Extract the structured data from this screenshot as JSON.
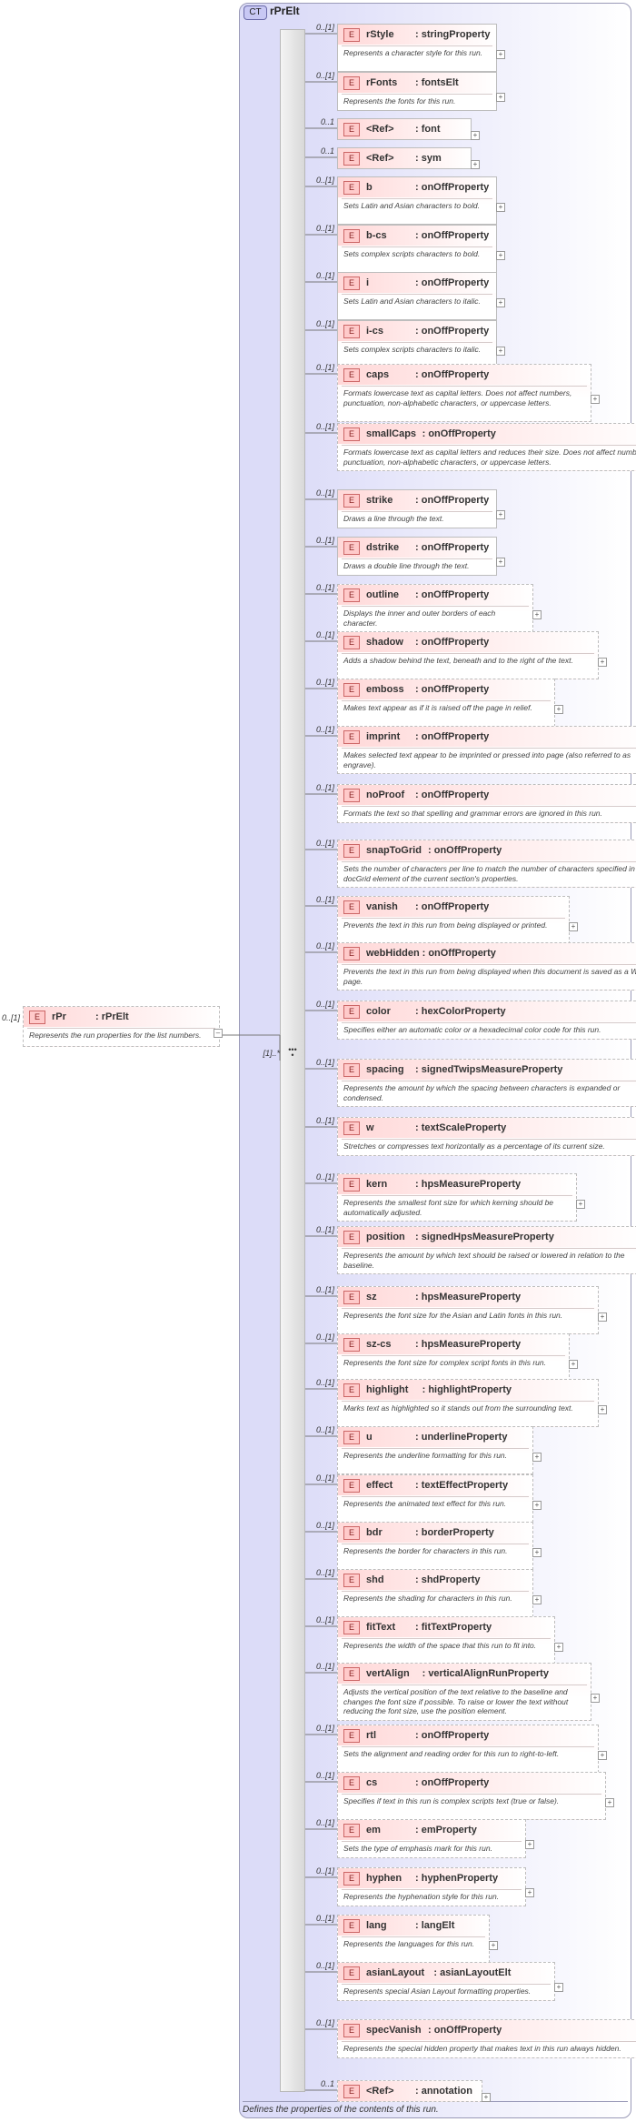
{
  "complex_type": {
    "badge": "CT",
    "name": "rPrElt",
    "description": "Defines the properties of the contents of this run."
  },
  "root": {
    "badge": "E",
    "cardinality": "0..[1]",
    "name": "rPr",
    "type": ": rPrElt",
    "description": "Represents the run properties for the list numbers.",
    "sequence_cardinality": "[1]..*"
  },
  "elements": [
    {
      "card": "0..[1]",
      "name": "rStyle",
      "type": ": stringProperty",
      "desc": "Represents a character style for this run."
    },
    {
      "card": "0..[1]",
      "name": "rFonts",
      "type": ": fontsElt",
      "desc": "Represents the fonts for this run."
    },
    {
      "card": "0..1",
      "name": "<Ref>",
      "type": ": font",
      "desc": ""
    },
    {
      "card": "0..1",
      "name": "<Ref>",
      "type": ": sym",
      "desc": ""
    },
    {
      "card": "0..[1]",
      "name": "b",
      "type": ": onOffProperty",
      "desc": "Sets Latin and Asian characters to bold."
    },
    {
      "card": "0..[1]",
      "name": "b-cs",
      "type": ": onOffProperty",
      "desc": "Sets complex scripts characters to bold."
    },
    {
      "card": "0..[1]",
      "name": "i",
      "type": ": onOffProperty",
      "desc": "Sets Latin and Asian characters to italic."
    },
    {
      "card": "0..[1]",
      "name": "i-cs",
      "type": ": onOffProperty",
      "desc": "Sets complex scripts characters to italic."
    },
    {
      "card": "0..[1]",
      "name": "caps",
      "type": ": onOffProperty",
      "desc": "Formats lowercase text as capital letters. Does not affect numbers, punctuation, non-alphabetic characters, or uppercase letters."
    },
    {
      "card": "0..[1]",
      "name": "smallCaps",
      "type": ": onOffProperty",
      "desc": "Formats lowercase text as capital letters and reduces their size. Does not affect numbers, punctuation, non-alphabetic characters, or uppercase letters."
    },
    {
      "card": "0..[1]",
      "name": "strike",
      "type": ": onOffProperty",
      "desc": "Draws a line through the text."
    },
    {
      "card": "0..[1]",
      "name": "dstrike",
      "type": ": onOffProperty",
      "desc": "Draws a double line through the text."
    },
    {
      "card": "0..[1]",
      "name": "outline",
      "type": ": onOffProperty",
      "desc": "Displays the inner and outer borders of each character."
    },
    {
      "card": "0..[1]",
      "name": "shadow",
      "type": ": onOffProperty",
      "desc": "Adds a shadow behind the text, beneath and to the right of the text."
    },
    {
      "card": "0..[1]",
      "name": "emboss",
      "type": ": onOffProperty",
      "desc": "Makes text appear as if it is raised off the page in relief."
    },
    {
      "card": "0..[1]",
      "name": "imprint",
      "type": ": onOffProperty",
      "desc": "Makes selected text appear to be imprinted or pressed into page (also referred to as engrave)."
    },
    {
      "card": "0..[1]",
      "name": "noProof",
      "type": ": onOffProperty",
      "desc": "Formats the text so that spelling and grammar errors are ignored in this run."
    },
    {
      "card": "0..[1]",
      "name": "snapToGrid",
      "type": ": onOffProperty",
      "desc": "Sets the number of characters per line to match the number of characters specified in the docGrid element of the  current section's properties."
    },
    {
      "card": "0..[1]",
      "name": "vanish",
      "type": ": onOffProperty",
      "desc": "Prevents the text in this run from being displayed or printed."
    },
    {
      "card": "0..[1]",
      "name": "webHidden",
      "type": ": onOffProperty",
      "desc": "Prevents the text in this run from being displayed when this document is saved as a Web page."
    },
    {
      "card": "0..[1]",
      "name": "color",
      "type": ": hexColorProperty",
      "desc": "Specifies either an automatic color or a hexadecimal color code for this run."
    },
    {
      "card": "0..[1]",
      "name": "spacing",
      "type": ": signedTwipsMeasureProperty",
      "desc": "Represents the amount by which the spacing between characters is expanded or condensed."
    },
    {
      "card": "0..[1]",
      "name": "w",
      "type": ": textScaleProperty",
      "desc": "Stretches or compresses text horizontally as a percentage of its current size."
    },
    {
      "card": "0..[1]",
      "name": "kern",
      "type": ": hpsMeasureProperty",
      "desc": "Represents the smallest font size for which kerning should be automatically adjusted."
    },
    {
      "card": "0..[1]",
      "name": "position",
      "type": ": signedHpsMeasureProperty",
      "desc": "Represents the amount by which text should be raised or lowered in relation to the baseline."
    },
    {
      "card": "0..[1]",
      "name": "sz",
      "type": ": hpsMeasureProperty",
      "desc": "Represents the font size for the Asian and Latin fonts in this run."
    },
    {
      "card": "0..[1]",
      "name": "sz-cs",
      "type": ": hpsMeasureProperty",
      "desc": "Represents the font size for complex script fonts in this run."
    },
    {
      "card": "0..[1]",
      "name": "highlight",
      "type": ": highlightProperty",
      "desc": "Marks text as highlighted so it stands out from the surrounding text."
    },
    {
      "card": "0..[1]",
      "name": "u",
      "type": ": underlineProperty",
      "desc": "Represents the underline formatting for this run."
    },
    {
      "card": "0..[1]",
      "name": "effect",
      "type": ": textEffectProperty",
      "desc": "Represents the animated text effect for this run."
    },
    {
      "card": "0..[1]",
      "name": "bdr",
      "type": ": borderProperty",
      "desc": "Represents the border for characters in this run."
    },
    {
      "card": "0..[1]",
      "name": "shd",
      "type": ": shdProperty",
      "desc": "Represents the shading for characters in this run."
    },
    {
      "card": "0..[1]",
      "name": "fitText",
      "type": ": fitTextProperty",
      "desc": "Represents the width of the space that this run to fit into."
    },
    {
      "card": "0..[1]",
      "name": "vertAlign",
      "type": ": verticalAlignRunProperty",
      "desc": "Adjusts the vertical position of the text relative to the baseline and changes the font size if possible. To raise or lower the text without reducing the font size, use the position element."
    },
    {
      "card": "0..[1]",
      "name": "rtl",
      "type": ": onOffProperty",
      "desc": "Sets the alignment and reading order for this run to right-to-left."
    },
    {
      "card": "0..[1]",
      "name": "cs",
      "type": ": onOffProperty",
      "desc": "Specifies if text in this run is complex scripts text (true or false)."
    },
    {
      "card": "0..[1]",
      "name": "em",
      "type": ": emProperty",
      "desc": "Sets the type of emphasis mark for this run."
    },
    {
      "card": "0..[1]",
      "name": "hyphen",
      "type": ": hyphenProperty",
      "desc": "Represents the hyphenation style for this run."
    },
    {
      "card": "0..[1]",
      "name": "lang",
      "type": ": langElt",
      "desc": "Represents the languages for this run."
    },
    {
      "card": "0..[1]",
      "name": "asianLayout",
      "type": ": asianLayoutElt",
      "desc": "Represents special Asian Layout formatting properties."
    },
    {
      "card": "0..[1]",
      "name": "specVanish",
      "type": ": onOffProperty",
      "desc": "Represents the special hidden property that makes text in this run always hidden."
    },
    {
      "card": "0..1",
      "name": "<Ref>",
      "type": ": annotation",
      "desc": ""
    }
  ]
}
